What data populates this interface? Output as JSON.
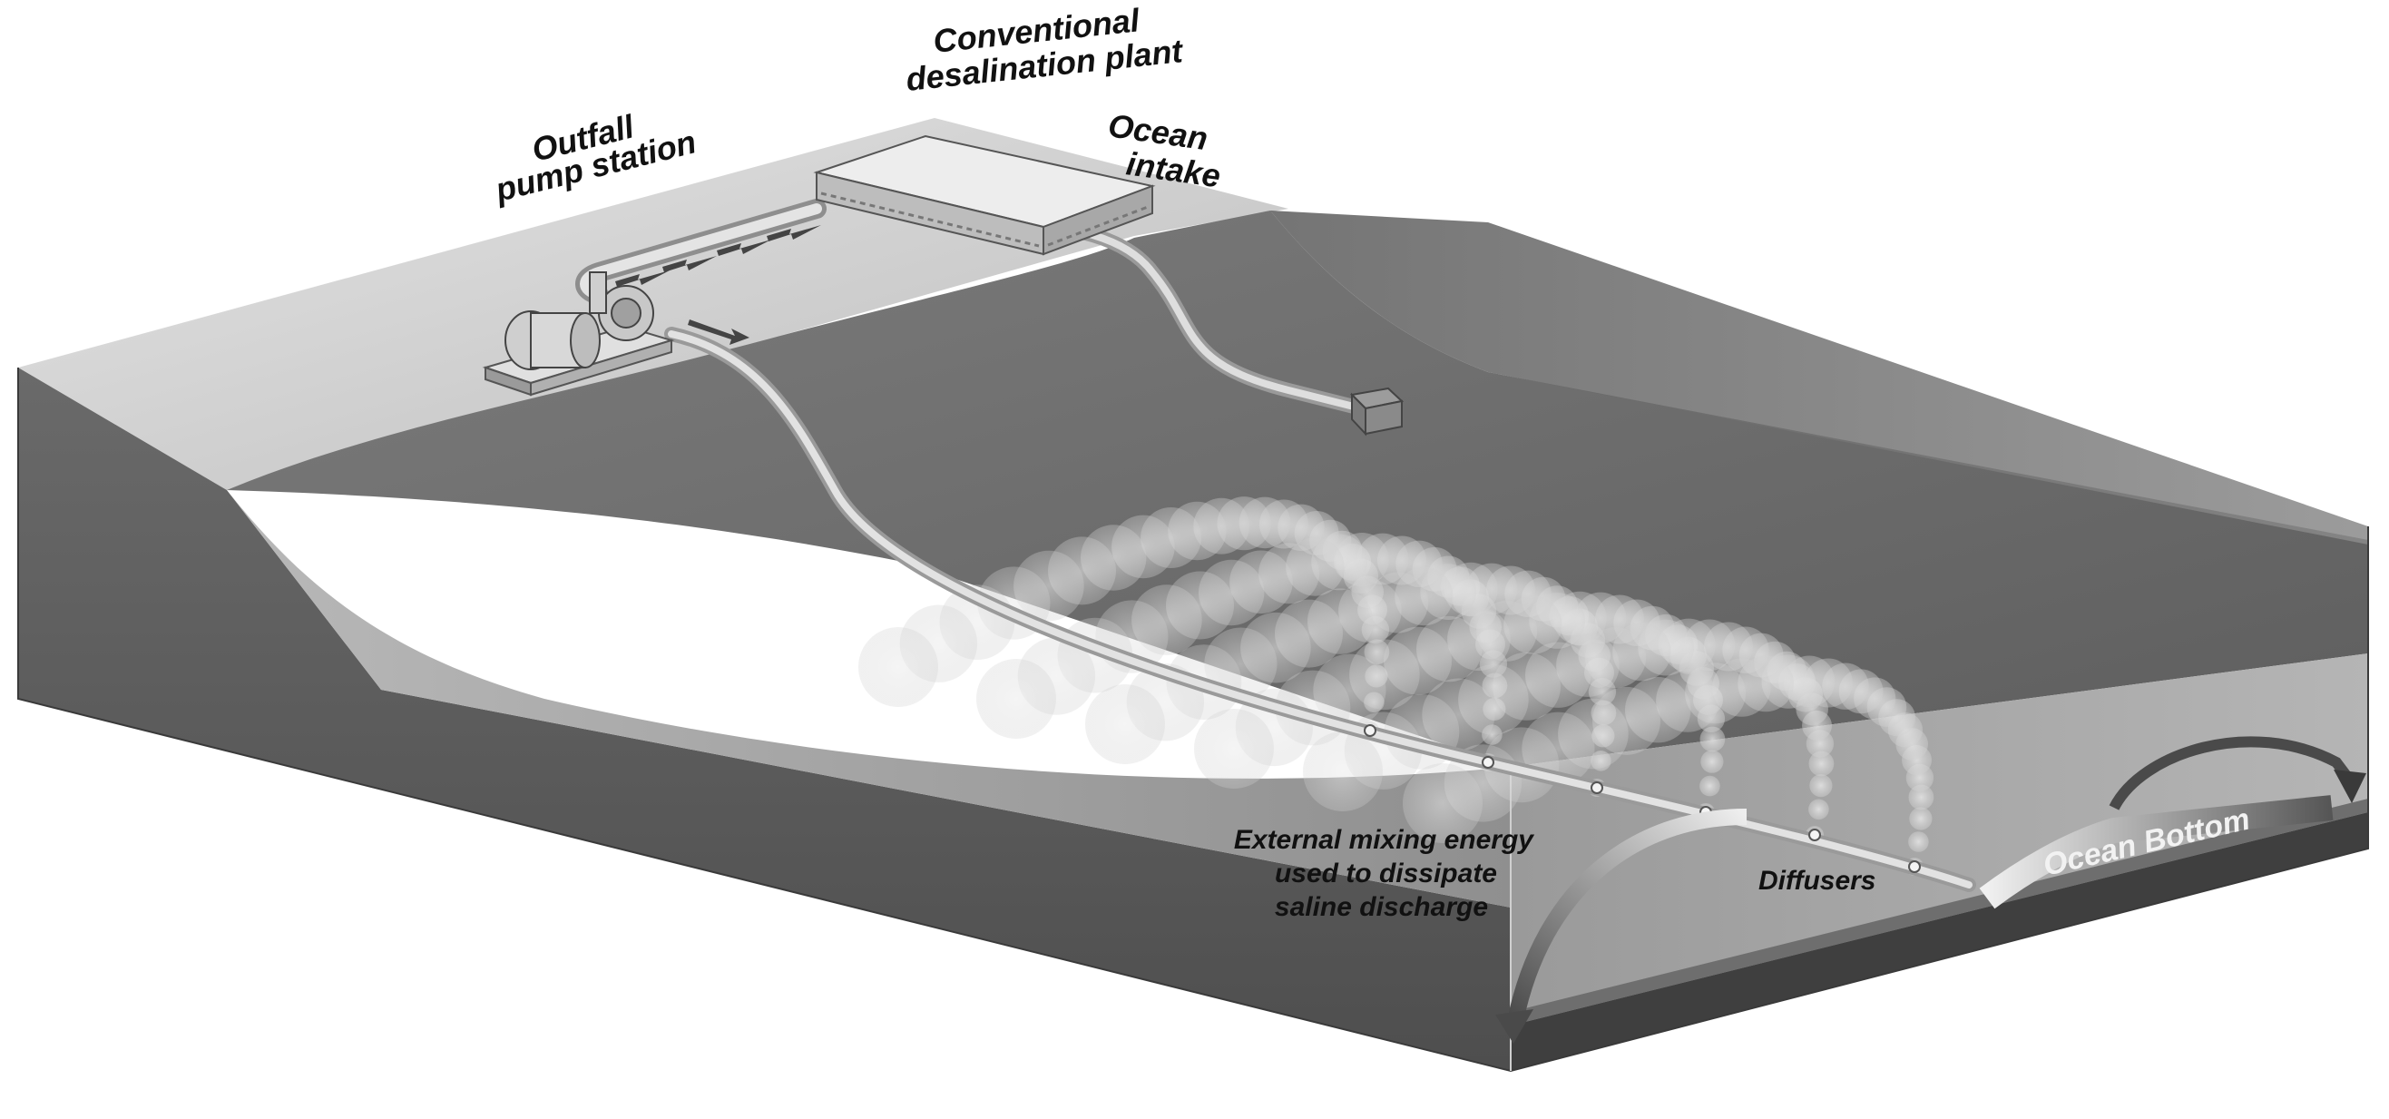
{
  "labels": {
    "plant_line1": "Conventional",
    "plant_line2": "desalination plant",
    "outfall_line1": "Outfall",
    "outfall_line2": "pump station",
    "intake_line1": "Ocean",
    "intake_line2": "intake",
    "mixing_line1": "External mixing energy",
    "mixing_line2": "used to dissipate",
    "mixing_line3": "saline discharge",
    "diffusers": "Diffusers",
    "ocean_bottom": "Ocean Bottom"
  },
  "icons": [
    "desalination-plant-icon",
    "pump-motor-icon",
    "intake-structure-icon",
    "diffuser-icon"
  ],
  "colors": {
    "land_top": "#d6d6d6",
    "water_surface": "#6f6f6f",
    "block_side": "#5a5a5a",
    "water_front": "#a5a5a5",
    "seabed": "#4a4a4a",
    "plume": "#dcdcdc",
    "pipe": "#cfcfcf"
  }
}
